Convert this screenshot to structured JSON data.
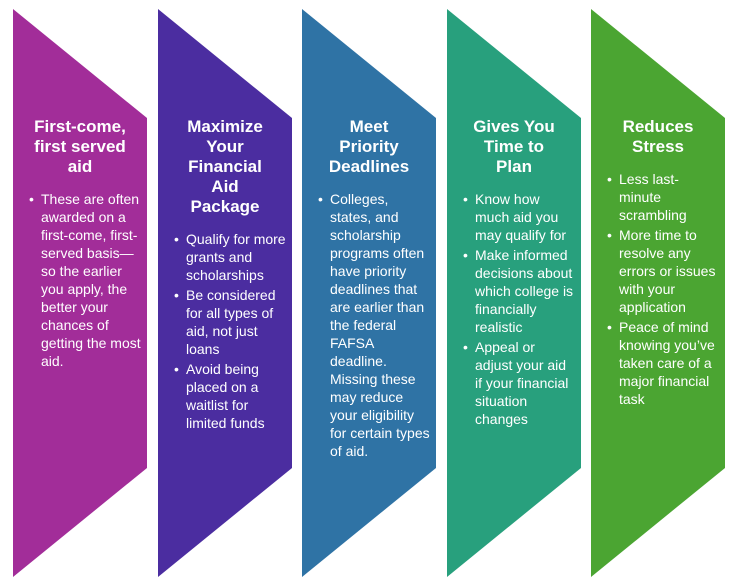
{
  "banners": [
    {
      "name": "first-come-first-served-aid",
      "color": "#A22D99",
      "title": "First-come, first served aid",
      "title_lines": [
        "First-come,",
        "first served",
        "aid"
      ],
      "bullets": [
        "These are often awarded on a first-come, first-served basis—so the earlier you apply, the better your chances of getting the most aid."
      ]
    },
    {
      "name": "maximize-your-financial-aid-package",
      "color": "#4B2DA0",
      "title": "Maximize Your Financial Aid Package",
      "title_lines": [
        "Maximize",
        "Your",
        "Financial",
        "Aid",
        "Package"
      ],
      "bullets": [
        "Qualify for more grants and scholarships",
        "Be considered for all types of aid, not just loans",
        "Avoid being placed on a waitlist for limited funds"
      ]
    },
    {
      "name": "meet-priority-deadlines",
      "color": "#2F73A5",
      "title": "Meet Priority Deadlines",
      "title_lines": [
        "Meet",
        "Priority",
        "Deadlines"
      ],
      "bullets": [
        "Colleges, states, and scholarship programs often have priority deadlines that are earlier than the federal FAFSA deadline. Missing these may reduce your eligibility for certain types of aid."
      ]
    },
    {
      "name": "gives-you-time-to-plan",
      "color": "#28A07D",
      "title": "Gives You Time to Plan",
      "title_lines": [
        "Gives You",
        "Time to",
        "Plan"
      ],
      "bullets": [
        "Know how much aid you may qualify for",
        "Make informed decisions about which college is financially realistic",
        "Appeal or adjust your aid if your financial situation changes"
      ]
    },
    {
      "name": "reduces-stress",
      "color": "#4BA532",
      "title": "Reduces Stress",
      "title_lines": [
        "Reduces",
        "Stress"
      ],
      "bullets": [
        "Less last-minute scrambling",
        "More time to resolve any errors or issues with your application",
        "Peace of mind knowing you’ve taken care of a major financial task"
      ]
    }
  ]
}
